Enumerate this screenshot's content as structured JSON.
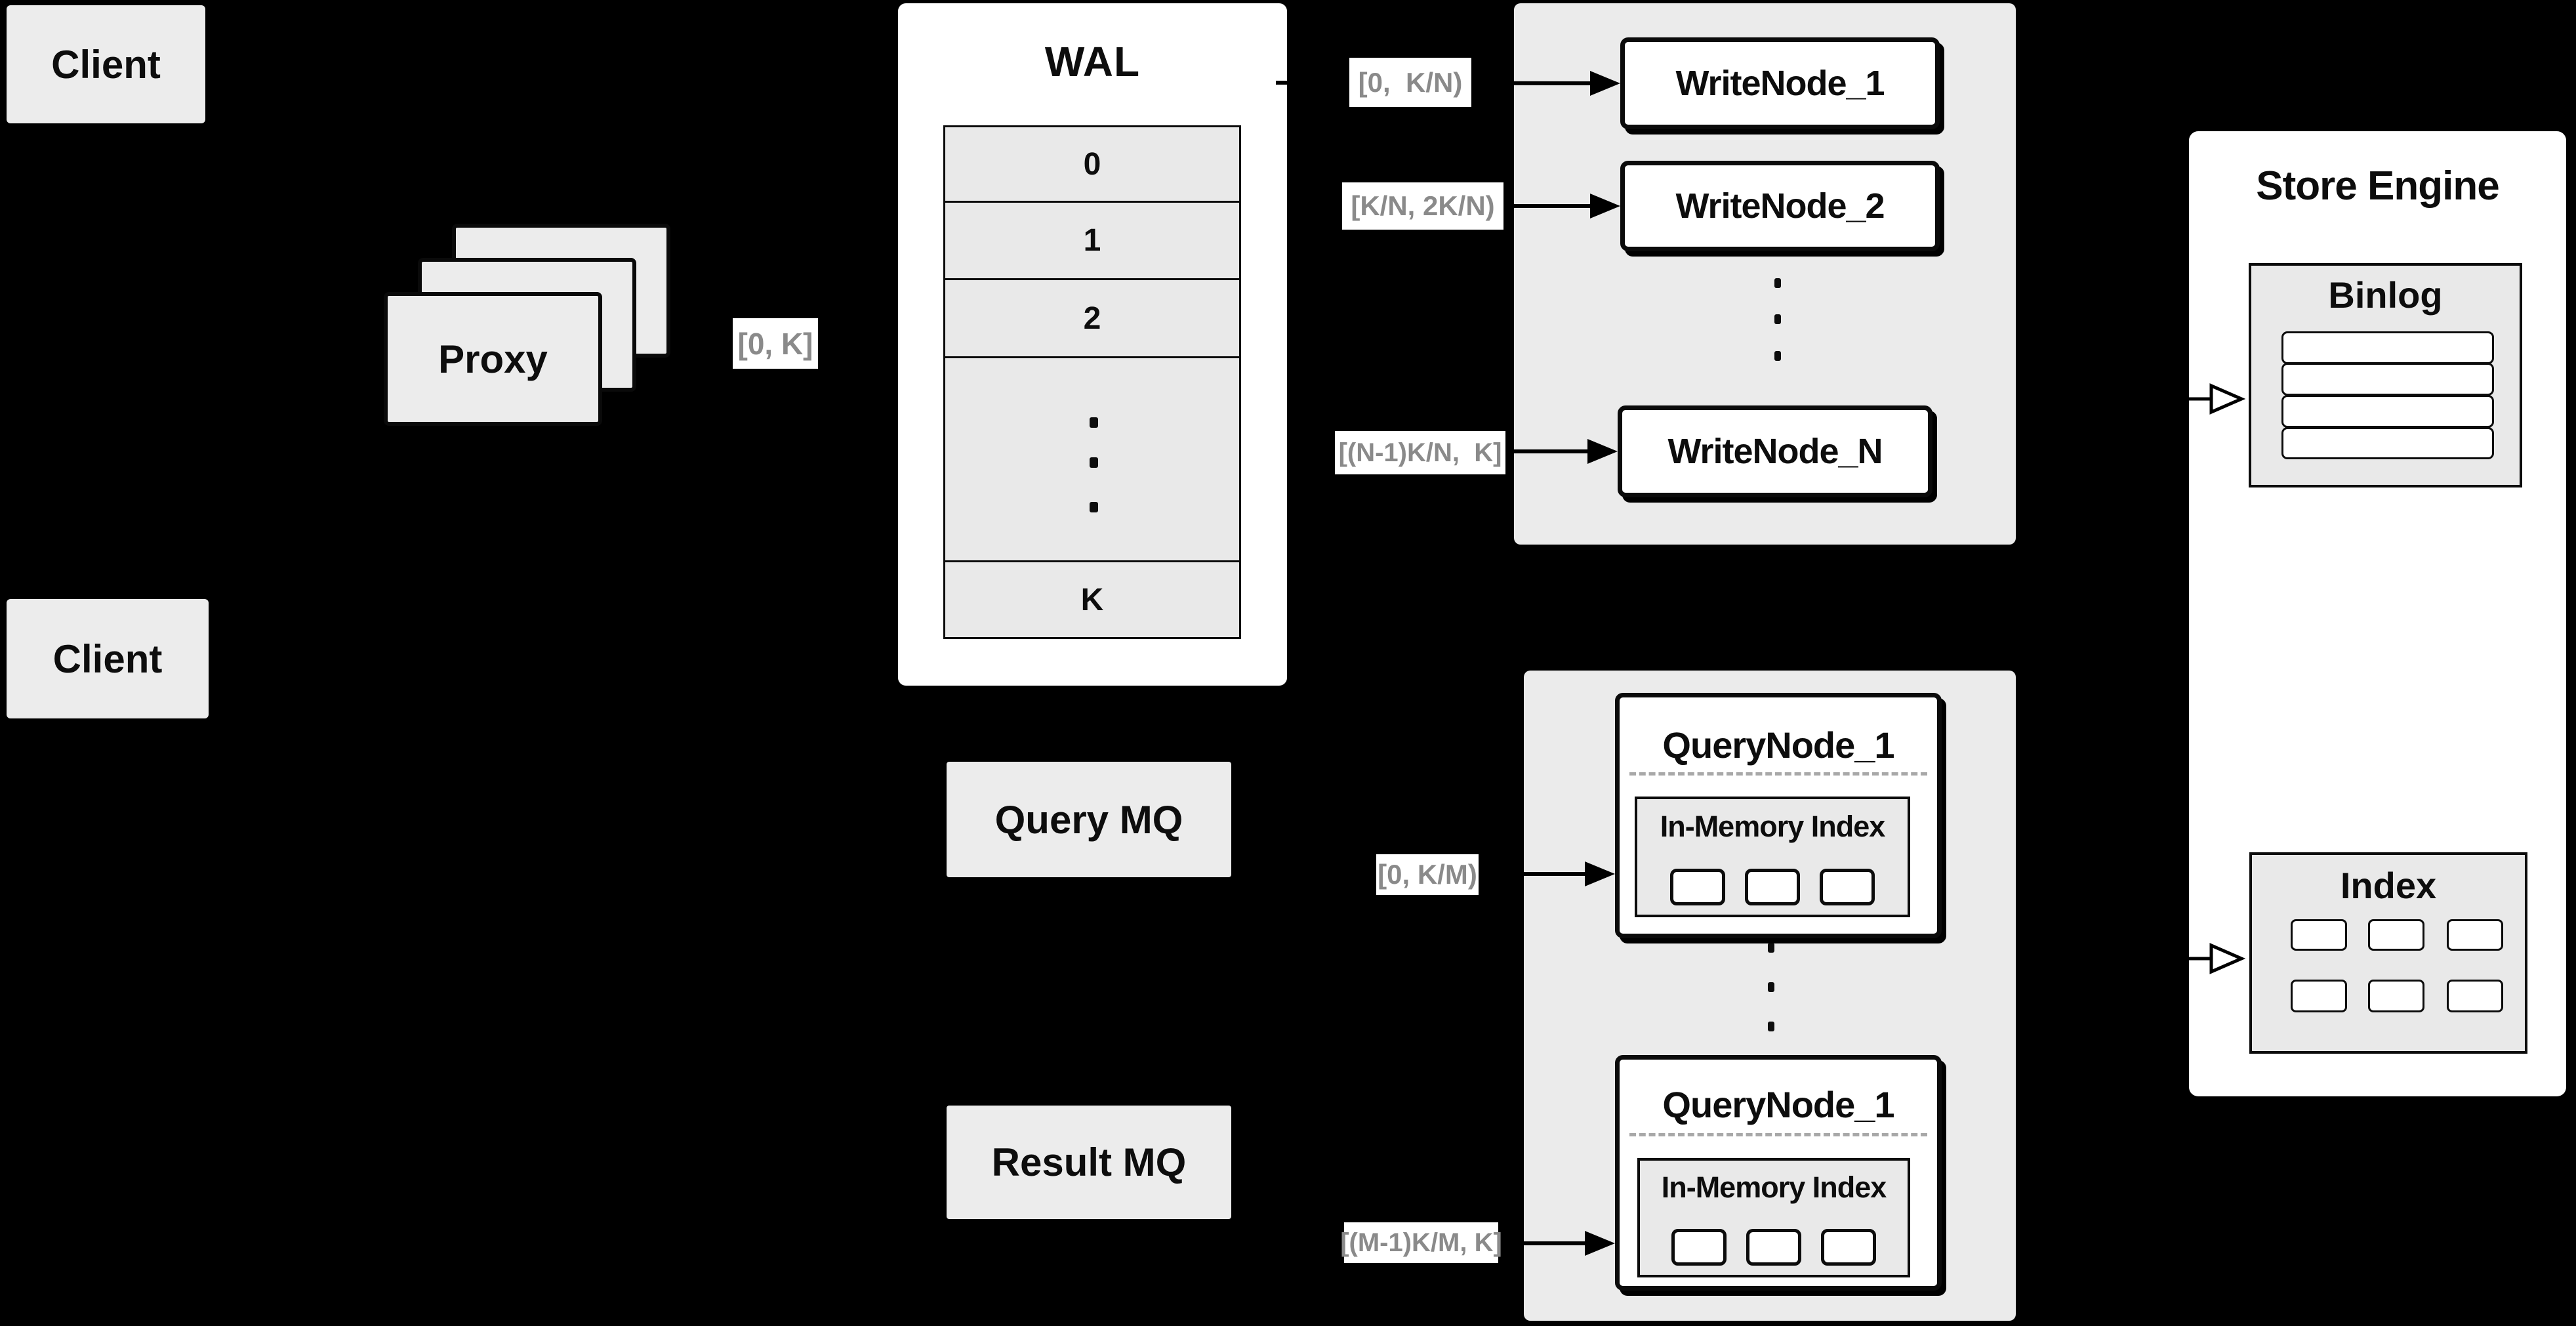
{
  "colors": {
    "background": "#000000",
    "panel_gray": "#ececec",
    "container_gray": "#ebebeb",
    "inner_gray": "#e9e9e9",
    "node_white": "#ffffff",
    "stroke_black": "#0d0d0d",
    "range_label_text": "#8a8a8a",
    "divider_dash": "#a8a8a8"
  },
  "clients": {
    "top_label": "Client",
    "bottom_label": "Client"
  },
  "proxy": {
    "label": "Proxy",
    "range": "[0, K]"
  },
  "wal": {
    "title": "WAL",
    "rows": [
      "0",
      "1",
      "2",
      "K"
    ]
  },
  "write_nodes": {
    "nodes": [
      {
        "label": "WriteNode_1",
        "range": "[0,  K/N)"
      },
      {
        "label": "WriteNode_2",
        "range": "[K/N, 2K/N)"
      },
      {
        "label": "WriteNode_N",
        "range": "[(N-1)K/N,  K]"
      }
    ]
  },
  "store_engine": {
    "title": "Store Engine",
    "binlog_title": "Binlog",
    "index_title": "Index"
  },
  "mq": {
    "query_label": "Query MQ",
    "result_label": "Result MQ"
  },
  "query_nodes": {
    "nodes": [
      {
        "label": "QueryNode_1",
        "inner_title": "In-Memory Index",
        "range": "[0, K/M)"
      },
      {
        "label": "QueryNode_1",
        "inner_title": "In-Memory Index",
        "range": "[(M-1)K/M, K]"
      }
    ]
  }
}
